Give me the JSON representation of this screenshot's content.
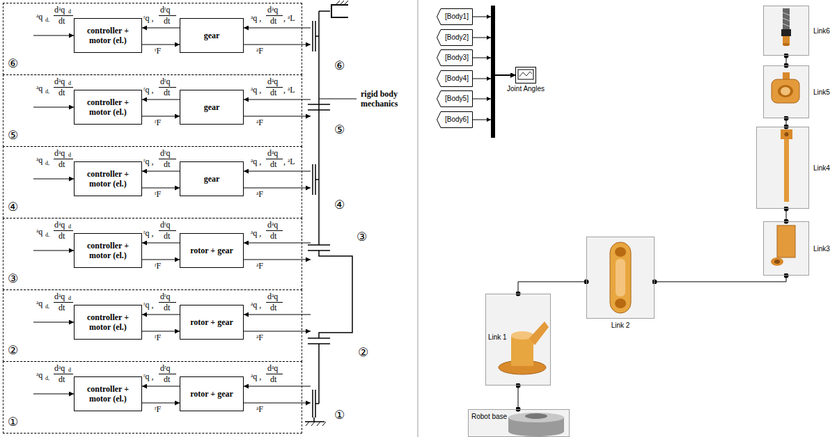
{
  "diagram": {
    "nodes": [
      {
        "text": [
          "⑥"
        ]
      },
      {
        "text": [
          "controller + motor (el.)"
        ],
        "in": 0
      },
      {
        "text": [
          "gear"
        ],
        "in": 0
      },
      {
        "text": [
          "⑤"
        ]
      },
      {
        "text": [
          "controller + motor (el.)"
        ],
        "in": 3
      },
      {
        "text": [
          "gear"
        ],
        "in": 3
      },
      {
        "text": [
          "④"
        ]
      },
      {
        "text": [
          "controller + motor (el.)"
        ],
        "in": 6
      },
      {
        "text": [
          "gear"
        ],
        "in": 6
      },
      {
        "text": [
          "③"
        ]
      },
      {
        "text": [
          "controller + motor (el.)"
        ],
        "in": 9
      },
      {
        "text": [
          "rotor + gear"
        ],
        "in": 9
      },
      {
        "text": [
          "②"
        ]
      },
      {
        "text": [
          "controller + motor (el.)"
        ],
        "in": 12
      },
      {
        "text": [
          "rotor + gear"
        ],
        "in": 12
      },
      {
        "text": [
          "①"
        ]
      },
      {
        "text": [
          "controller + motor (el.)"
        ],
        "in": 15
      },
      {
        "text": [
          "rotor + gear"
        ],
        "in": 15
      },
      {
        "text": [
          "[Body1]"
        ]
      },
      {
        "text": [
          "[Body2]"
        ]
      },
      {
        "text": [
          "[Body3]"
        ]
      },
      {
        "text": [
          "[Body4]"
        ]
      },
      {
        "text": [
          "[Body5]"
        ]
      },
      {
        "text": [
          "[Body6]"
        ]
      },
      {
        "text": [
          "Joint Angles"
        ]
      },
      {
        "text": [
          "Link6"
        ]
      },
      {
        "text": [
          "Link5"
        ]
      },
      {
        "text": [
          "Link4"
        ]
      },
      {
        "text": [
          "Link3"
        ]
      },
      {
        "text": [
          "Link 2"
        ]
      },
      {
        "text": [
          "Link 1"
        ]
      },
      {
        "text": [
          "Robot base"
        ]
      }
    ],
    "edges": [
      {
        "from": 2,
        "to": 1,
        "arrow": "to"
      },
      {
        "from": 1,
        "to": 2,
        "arrow": "to"
      },
      {
        "from": 5,
        "to": 4,
        "arrow": "to"
      },
      {
        "from": 4,
        "to": 5,
        "arrow": "to"
      },
      {
        "from": 8,
        "to": 7,
        "arrow": "to"
      },
      {
        "from": 7,
        "to": 8,
        "arrow": "to"
      },
      {
        "from": 11,
        "to": 10,
        "arrow": "to"
      },
      {
        "from": 10,
        "to": 11,
        "arrow": "to"
      },
      {
        "from": 14,
        "to": 13,
        "arrow": "to"
      },
      {
        "from": 13,
        "to": 14,
        "arrow": "to"
      },
      {
        "from": 17,
        "to": 16,
        "arrow": "to"
      },
      {
        "from": 16,
        "to": 17,
        "arrow": "to"
      },
      {
        "from": 18,
        "to": 24,
        "arrow": "to"
      },
      {
        "from": 19,
        "to": 24,
        "arrow": "to"
      },
      {
        "from": 20,
        "to": 24,
        "arrow": "to"
      },
      {
        "from": 21,
        "to": 24,
        "arrow": "to"
      },
      {
        "from": 22,
        "to": 24,
        "arrow": "to"
      },
      {
        "from": 23,
        "to": 24,
        "arrow": "to"
      },
      {
        "from": 31,
        "to": 30,
        "arrow": "none"
      },
      {
        "from": 30,
        "to": 29,
        "arrow": "none"
      },
      {
        "from": 29,
        "to": 28,
        "arrow": "none"
      },
      {
        "from": 28,
        "to": 27,
        "arrow": "none"
      },
      {
        "from": 27,
        "to": 26,
        "arrow": "none"
      },
      {
        "from": 26,
        "to": 25,
        "arrow": "none"
      }
    ],
    "labels": [
      "ᵃq",
      "d,",
      "dᵃq",
      "d",
      "dt",
      "ʳq ,",
      "dʳq",
      "dt",
      "ʳF",
      "ᵃq ,",
      "dᵃq",
      "dt",
      ", ᵃL",
      "ᵃF",
      "ᵃq",
      "d,",
      "dᵃq",
      "d",
      "dt",
      "ʳq ,",
      "dʳq",
      "dt",
      "ʳF",
      "ᵃq ,",
      "dᵃq",
      "dt",
      ", ᵃL",
      "ᵃF",
      "ᵃq",
      "d,",
      "dᵃq",
      "d",
      "dt",
      "ʳq ,",
      "dʳq",
      "dt",
      "ʳF",
      "ᵃq ,",
      "dᵃq",
      "dt",
      ", ᵃL",
      "ᵃF",
      "ᵃq",
      "d,",
      "dᵃq",
      "d",
      "dt",
      "ʳq ,",
      "dʳq",
      "dt",
      "ʳF",
      "ᵃq ,",
      "dᵃq",
      "dt",
      "ᵃF",
      "ᵃq",
      "d,",
      "dᵃq",
      "d",
      "dt",
      "ʳq ,",
      "dʳq",
      "dt",
      "ʳF",
      "ᵃq ,",
      "dᵃq",
      "dt",
      "ᵃF",
      "ᵃq",
      "d,",
      "dᵃq",
      "d",
      "dt",
      "ʳq ,",
      "dʳq",
      "dt",
      "ʳF",
      "ᵃq ,",
      "dᵃq",
      "dt",
      "ᵃF",
      "⑥",
      "⑤",
      "④",
      "③",
      "②",
      "①",
      "rigid body mechanics"
    ]
  }
}
